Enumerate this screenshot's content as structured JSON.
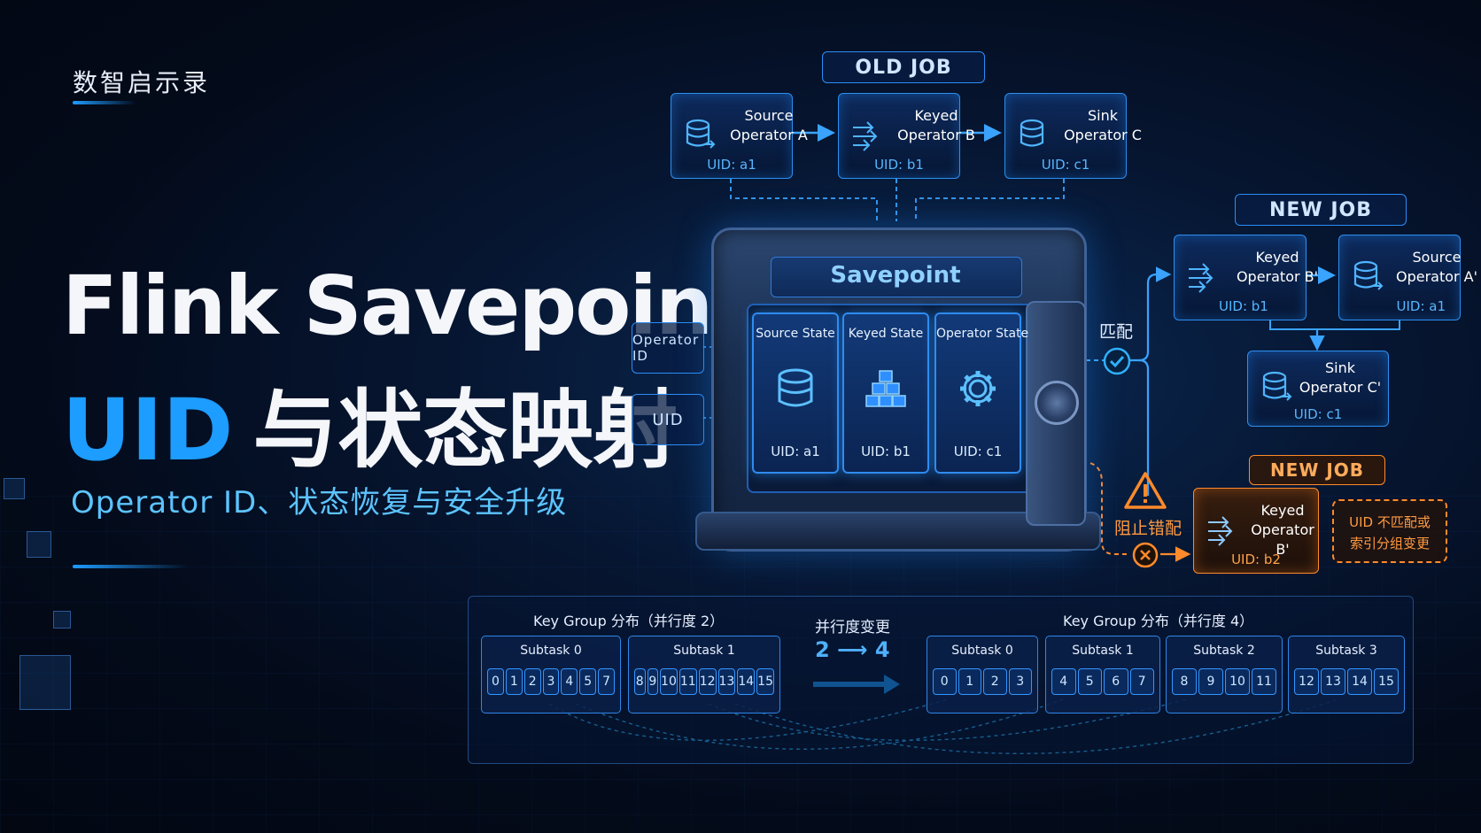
{
  "brand": "数智启示录",
  "title": {
    "line1": "Flink Savepoint",
    "line2_highlight": "UID",
    "line2_rest": "与状态映射"
  },
  "subtitle": "Operator ID、状态恢复与安全升级",
  "side_labels": {
    "operator_id": "Operator ID",
    "uid": "UID"
  },
  "old_job": {
    "label": "OLD JOB",
    "nodes": [
      {
        "name1": "Source",
        "name2": "Operator A",
        "uid": "UID: a1",
        "icon": "database-icon"
      },
      {
        "name1": "Keyed",
        "name2": "Operator B",
        "uid": "UID: b1",
        "icon": "keyed-icon"
      },
      {
        "name1": "Sink",
        "name2": "Operator C",
        "uid": "UID: c1",
        "icon": "database-icon"
      }
    ]
  },
  "savepoint": {
    "title": "Savepoint",
    "states": [
      {
        "title": "Source State",
        "uid": "UID: a1",
        "icon": "database-icon"
      },
      {
        "title": "Keyed State",
        "uid": "UID: b1",
        "icon": "cubes-icon"
      },
      {
        "title": "Operator State",
        "uid": "UID: c1",
        "icon": "gear-icon"
      }
    ]
  },
  "match_label": "匹配",
  "block_label": "阻止错配",
  "new_job_ok": {
    "label": "NEW JOB",
    "nodes": [
      {
        "name1": "Keyed",
        "name2": "Operator B'",
        "uid": "UID: b1"
      },
      {
        "name1": "Source",
        "name2": "Operator A'",
        "uid": "UID: a1"
      },
      {
        "name1": "Sink",
        "name2": "Operator C'",
        "uid": "UID: c1"
      }
    ]
  },
  "new_job_bad": {
    "label": "NEW JOB",
    "node": {
      "name1": "Keyed",
      "name2": "Operator B'",
      "uid": "UID: b2"
    },
    "warning_line1": "UID 不匹配或",
    "warning_line2": "索引分组变更"
  },
  "key_group": {
    "left_title": "Key Group 分布（并行度 2）",
    "right_title": "Key Group 分布（并行度 4）",
    "change_title": "并行度变更",
    "change_value": "2 ⟶ 4",
    "left": [
      {
        "name": "Subtask 0",
        "cells": [
          "0",
          "1",
          "2",
          "3",
          "4",
          "5",
          "7"
        ]
      },
      {
        "name": "Subtask 1",
        "cells": [
          "8",
          "9",
          "10",
          "11",
          "12",
          "13",
          "14",
          "15"
        ]
      }
    ],
    "right": [
      {
        "name": "Subtask 0",
        "cells": [
          "0",
          "1",
          "2",
          "3"
        ]
      },
      {
        "name": "Subtask 1",
        "cells": [
          "4",
          "5",
          "6",
          "7"
        ]
      },
      {
        "name": "Subtask 2",
        "cells": [
          "8",
          "9",
          "10",
          "11"
        ]
      },
      {
        "name": "Subtask 3",
        "cells": [
          "12",
          "13",
          "14",
          "15"
        ]
      }
    ]
  },
  "colors": {
    "accent": "#1c9dff",
    "warning": "#ff8a2b",
    "panel": "#061634"
  }
}
